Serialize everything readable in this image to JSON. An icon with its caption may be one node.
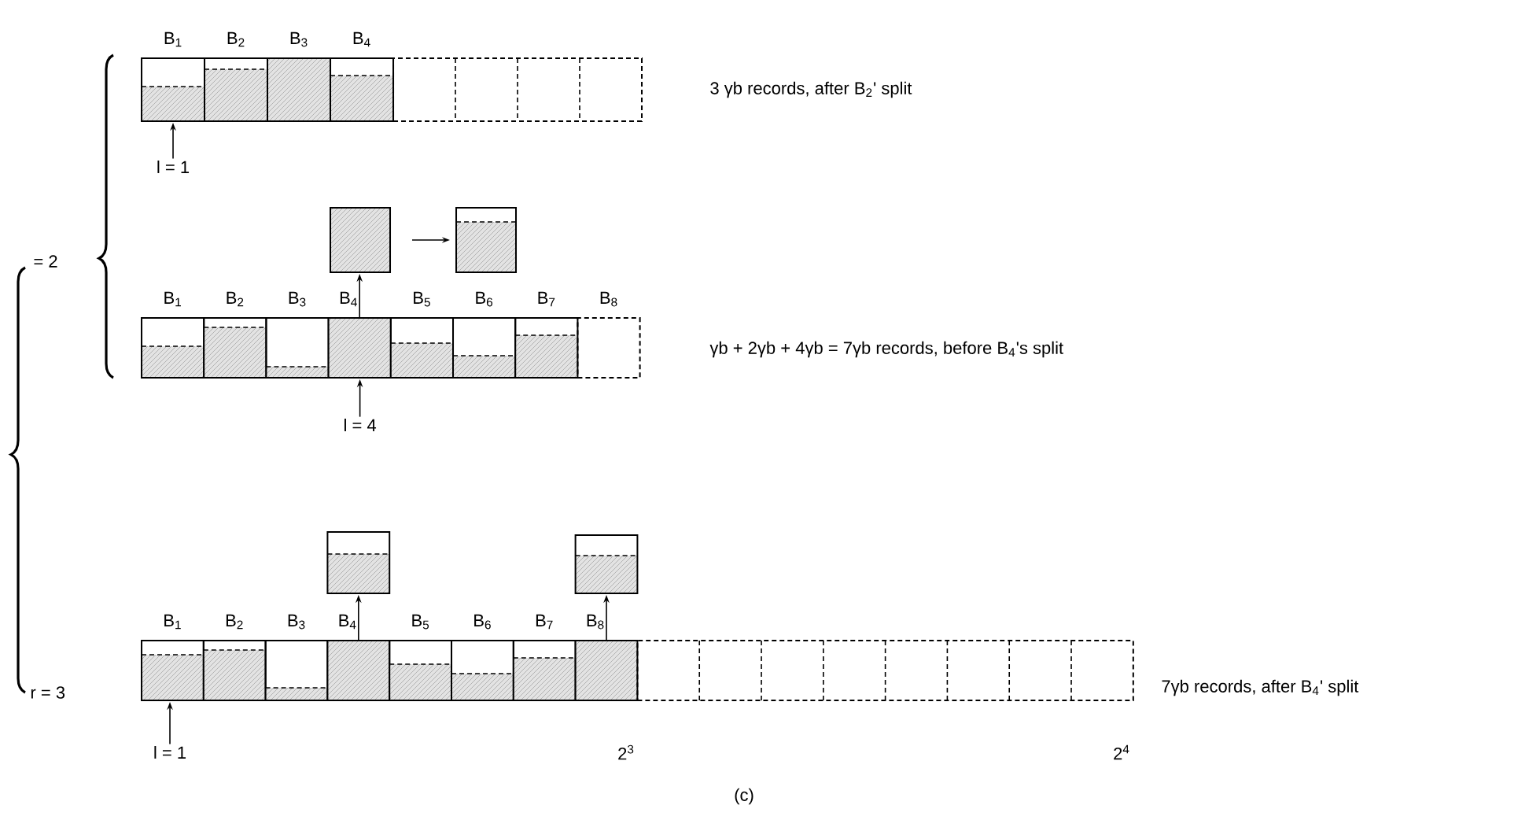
{
  "diagram": {
    "nodes": [
      {
        "text": [
          "B$_{1}$"
        ]
      },
      {
        "text": [
          "B$_{2}$"
        ]
      },
      {
        "text": [
          "B$_{3}$"
        ]
      },
      {
        "text": [
          "B$_{4}$"
        ]
      },
      {
        "text": [],
        "shape": "box"
      },
      {
        "text": [
          "l = 1"
        ]
      },
      {
        "text": [],
        "shape": "box"
      },
      {
        "text": [],
        "shape": "box"
      },
      {
        "text": [
          "B$_{1}$"
        ]
      },
      {
        "text": [
          "B$_{2}$"
        ]
      },
      {
        "text": [
          "B$_{3}$"
        ]
      },
      {
        "text": [
          "B$_{4}$"
        ]
      },
      {
        "text": [
          "B$_{5}$"
        ]
      },
      {
        "text": [
          "B$_{6}$"
        ]
      },
      {
        "text": [
          "B$_{7}$"
        ]
      },
      {
        "text": [
          "B$_{8}$"
        ]
      },
      {
        "text": [
          "l = 4"
        ]
      },
      {
        "text": [],
        "shape": "box"
      },
      {
        "text": [],
        "shape": "box"
      },
      {
        "text": [
          "B$_{1}$"
        ]
      },
      {
        "text": [
          "B$_{2}$"
        ]
      },
      {
        "text": [
          "B$_{3}$"
        ]
      },
      {
        "text": [
          "B$_{4}$"
        ]
      },
      {
        "text": [
          "B$_{5}$"
        ]
      },
      {
        "text": [
          "B$_{6}$"
        ]
      },
      {
        "text": [
          "B$_{7}$"
        ]
      },
      {
        "text": [
          "B$_{8}$"
        ]
      },
      {
        "text": [],
        "shape": "box"
      },
      {
        "text": [
          "l = 1"
        ]
      }
    ],
    "edges": [
      {
        "from": 5,
        "to": 0,
        "arrow": "to"
      },
      {
        "from": 6,
        "to": 7,
        "arrow": "to"
      },
      {
        "from": 11,
        "to": 6,
        "arrow": "to"
      },
      {
        "from": 16,
        "to": 11,
        "arrow": "to"
      },
      {
        "from": 22,
        "to": 17,
        "arrow": "to"
      },
      {
        "from": 26,
        "to": 18,
        "arrow": "to"
      },
      {
        "from": 28,
        "to": 19,
        "arrow": "to"
      }
    ],
    "labels": [
      "3 γb records, after B$_{2}$' split",
      "= 2",
      "γb + 2γb + 4γb = 7γb records, before B$_{4}$'s split",
      "7γb records, after B$_{4}$' split",
      "r = 3",
      "2$^{3}$",
      "2$^{4}$",
      "(c)"
    ]
  }
}
